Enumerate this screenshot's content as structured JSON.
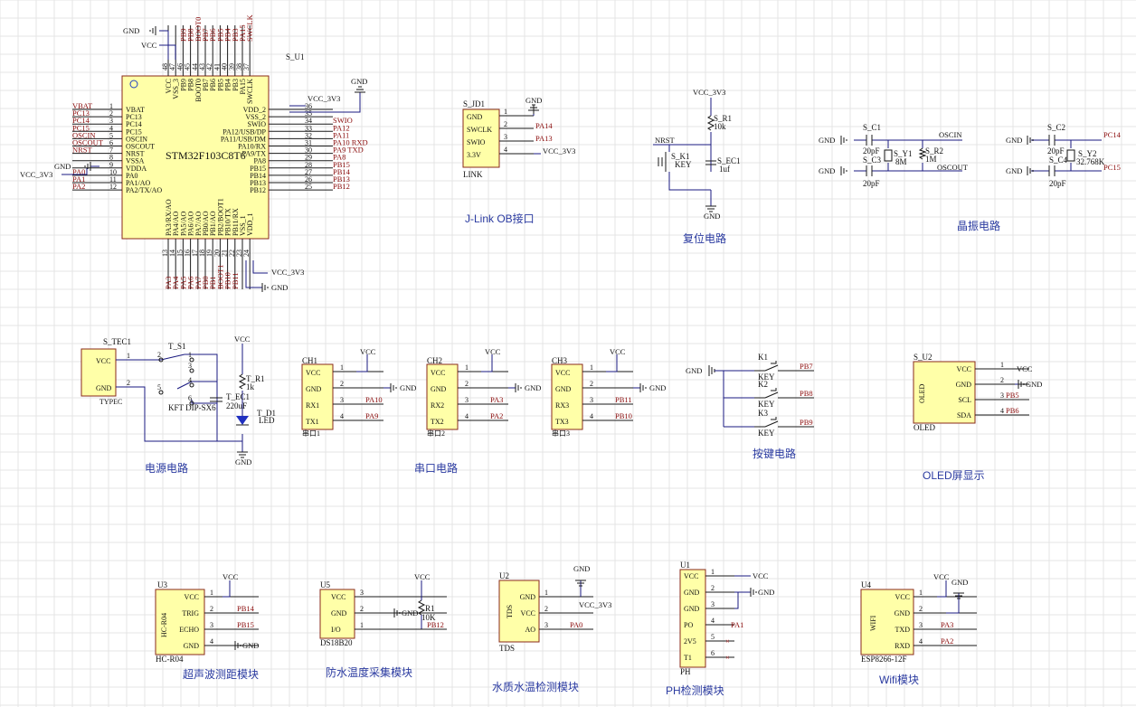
{
  "mcu": {
    "ref": "S_U1",
    "part": "STM32F103C8T6",
    "left_pins": [
      {
        "num": "1",
        "name": "VBAT",
        "net": "VBAT"
      },
      {
        "num": "2",
        "name": "PC13",
        "net": "PC13"
      },
      {
        "num": "3",
        "name": "PC14",
        "net": "PC14"
      },
      {
        "num": "4",
        "name": "PC15",
        "net": "PC15"
      },
      {
        "num": "5",
        "name": "OSCIN",
        "net": "OSCIN"
      },
      {
        "num": "6",
        "name": "OSCOUT",
        "net": "OSCOUT"
      },
      {
        "num": "7",
        "name": "NRST",
        "net": "NRST"
      },
      {
        "num": "8",
        "name": "VSSA",
        "net": ""
      },
      {
        "num": "9",
        "name": "VDDA",
        "net": ""
      },
      {
        "num": "10",
        "name": "PA0",
        "net": "PA0"
      },
      {
        "num": "11",
        "name": "PA1/AO",
        "net": "PA1"
      },
      {
        "num": "12",
        "name": "PA2/TX/AO",
        "net": "PA2"
      }
    ],
    "right_pins": [
      {
        "num": "36",
        "name": "VDD_2",
        "net": ""
      },
      {
        "num": "35",
        "name": "VSS_2",
        "net": ""
      },
      {
        "num": "34",
        "name": "SWIO",
        "net": "SWIO"
      },
      {
        "num": "33",
        "name": "PA12/USB/DP",
        "net": "PA12"
      },
      {
        "num": "32",
        "name": "PA11/USB/DM",
        "net": "PA11"
      },
      {
        "num": "31",
        "name": "PA10/RX",
        "net": "PA10 RXD"
      },
      {
        "num": "30",
        "name": "PA9/TX",
        "net": "PA9 TXD"
      },
      {
        "num": "29",
        "name": "PA8",
        "net": "PA8"
      },
      {
        "num": "28",
        "name": "PB15",
        "net": "PB15"
      },
      {
        "num": "27",
        "name": "PB14",
        "net": "PB14"
      },
      {
        "num": "26",
        "name": "PB13",
        "net": "PB13"
      },
      {
        "num": "25",
        "name": "PB12",
        "net": "PB12"
      }
    ],
    "top_pins": [
      {
        "num": "48",
        "name": "VCC",
        "net": ""
      },
      {
        "num": "47",
        "name": "VSS_3",
        "net": ""
      },
      {
        "num": "46",
        "name": "PB9",
        "net": "PB9"
      },
      {
        "num": "45",
        "name": "PB8",
        "net": "PB8"
      },
      {
        "num": "44",
        "name": "BOOT0",
        "net": "BOOT0"
      },
      {
        "num": "43",
        "name": "PB7",
        "net": "PB7"
      },
      {
        "num": "42",
        "name": "PB6",
        "net": "PB6"
      },
      {
        "num": "41",
        "name": "PB5",
        "net": "PB5"
      },
      {
        "num": "40",
        "name": "PB4",
        "net": "PB4"
      },
      {
        "num": "39",
        "name": "PB3",
        "net": "PB3"
      },
      {
        "num": "38",
        "name": "PA15",
        "net": "PA15"
      },
      {
        "num": "37",
        "name": "SWCLK",
        "net": "SWCLK"
      }
    ],
    "bottom_pins": [
      {
        "num": "13",
        "name": "PA3/RX/AO",
        "net": "PA3"
      },
      {
        "num": "14",
        "name": "PA4/AO",
        "net": "PA4"
      },
      {
        "num": "15",
        "name": "PA5/AO",
        "net": "PA5"
      },
      {
        "num": "16",
        "name": "PA6/AO",
        "net": "PA6"
      },
      {
        "num": "17",
        "name": "PA7/AO",
        "net": "PA7"
      },
      {
        "num": "18",
        "name": "PB0/AO",
        "net": "PB0"
      },
      {
        "num": "19",
        "name": "PB1/AO",
        "net": "PB1"
      },
      {
        "num": "20",
        "name": "PB2/BOOT1",
        "net": "BOOT1"
      },
      {
        "num": "21",
        "name": "PB10/TX",
        "net": "PB10"
      },
      {
        "num": "22",
        "name": "PB11/RX",
        "net": "PB11"
      },
      {
        "num": "23",
        "name": "VSS_1",
        "net": ""
      },
      {
        "num": "24",
        "name": "VDD_1",
        "net": ""
      }
    ],
    "gnd": "GND",
    "vcc": "VCC",
    "vcc33": "VCC_3V3"
  },
  "jlink": {
    "ref": "S_JD1",
    "part": "LINK",
    "title": "J-Link OB接口",
    "pins": [
      {
        "num": "1",
        "name": "GND",
        "net": "GND"
      },
      {
        "num": "2",
        "name": "SWCLK",
        "net": "PA14"
      },
      {
        "num": "3",
        "name": "SWIO",
        "net": "PA13"
      },
      {
        "num": "4",
        "name": "3.3V",
        "net": "VCC_3V3"
      }
    ]
  },
  "reset": {
    "title": "复位电路",
    "vcc": "VCC_3V3",
    "r_ref": "S_R1",
    "r_val": "10k",
    "k_ref": "S_K1",
    "k_val": "KEY",
    "c_ref": "S_EC1",
    "c_val": "1uf",
    "net": "NRST",
    "gnd": "GND"
  },
  "crystal": {
    "title": "晶振电路",
    "c1": "S_C1",
    "c1v": "20pF",
    "c3": "S_C3",
    "c3v": "20pF",
    "y1": "S_Y1",
    "y1v": "8M",
    "r2": "S_R2",
    "r2v": "1M",
    "c2": "S_C2",
    "c2v": "20pF",
    "c4": "S_C4",
    "c4v": "20pF",
    "y2": "S_Y2",
    "y2v": "32.768K",
    "oscin": "OSCIN",
    "oscout": "OSCOUT",
    "pc14": "PC14",
    "pc15": "PC15",
    "gnd": "GND"
  },
  "power": {
    "title": "电源电路",
    "typec_ref": "S_TEC1",
    "typec": "TYPEC",
    "p1": "VCC",
    "p2": "GND",
    "sw_ref": "T_S1",
    "sw_val": "KFT DIP-SX6",
    "ec_ref": "T_EC1",
    "ec_val": "220uF",
    "r_ref": "T_R1",
    "r_val": "1k",
    "d_ref": "T_D1",
    "d_val": "LED",
    "vcc": "VCC",
    "gnd": "GND",
    "sw_pins": [
      "1",
      "2",
      "3",
      "4",
      "5",
      "6"
    ]
  },
  "uart": {
    "title": "串口电路",
    "blocks": [
      {
        "ref": "CH1",
        "foot": "串口1",
        "rx": "RX1",
        "tx": "TX1",
        "rxnet": "PA10",
        "txnet": "PA9"
      },
      {
        "ref": "CH2",
        "foot": "串口2",
        "rx": "RX2",
        "tx": "TX2",
        "rxnet": "PA3",
        "txnet": "PA2"
      },
      {
        "ref": "CH3",
        "foot": "串口3",
        "rx": "RX3",
        "tx": "TX3",
        "rxnet": "PB11",
        "txnet": "PB10"
      }
    ],
    "vcc": "VCC",
    "gnd": "GND",
    "vccpin": "VCC",
    "gndpin": "GND"
  },
  "keys": {
    "title": "按键电路",
    "gnd": "GND",
    "items": [
      {
        "ref": "K1",
        "val": "KEY",
        "net": "PB7"
      },
      {
        "ref": "K2",
        "val": "KEY",
        "net": "PB8"
      },
      {
        "ref": "K3",
        "val": "KEY",
        "net": "PB9"
      }
    ]
  },
  "oled": {
    "title": "OLED屏显示",
    "ref": "S_U2",
    "part": "OLED",
    "body": "OLED",
    "pins": [
      {
        "num": "1",
        "name": "VCC",
        "net": "VCC"
      },
      {
        "num": "2",
        "name": "GND",
        "net": "GND"
      },
      {
        "num": "3",
        "name": "SCL",
        "net": "PB5"
      },
      {
        "num": "4",
        "name": "SDA",
        "net": "PB6"
      }
    ]
  },
  "ultra": {
    "title": "超声波测距模块",
    "ref": "U3",
    "part": "HC-R04",
    "body": "HC-R04",
    "pins": [
      {
        "num": "1",
        "name": "VCC",
        "net": "VCC"
      },
      {
        "num": "2",
        "name": "TRIG",
        "net": "PB14"
      },
      {
        "num": "3",
        "name": "ECHO",
        "net": "PB15"
      },
      {
        "num": "4",
        "name": "GND",
        "net": "GND"
      }
    ]
  },
  "ds18": {
    "title": "防水温度采集模块",
    "ref": "U5",
    "part": "DS18B20",
    "r_ref": "R1",
    "r_val": "10K",
    "pins": [
      {
        "num": "3",
        "name": "VCC",
        "net": "VCC"
      },
      {
        "num": "2",
        "name": "GND",
        "net": "GND"
      },
      {
        "num": "1",
        "name": "I/O",
        "net": "PB12"
      }
    ]
  },
  "tds": {
    "title": "水质水温检测模块",
    "ref": "U2",
    "part": "TDS",
    "body": "TDS",
    "pins": [
      {
        "num": "1",
        "name": "GND",
        "net": "GND"
      },
      {
        "num": "2",
        "name": "VCC",
        "net": "VCC_3V3"
      },
      {
        "num": "3",
        "name": "AO",
        "net": "PA0"
      }
    ]
  },
  "ph": {
    "title": "PH检测模块",
    "ref": "U1",
    "part": "PH",
    "pins": [
      {
        "num": "1",
        "name": "VCC",
        "net": "VCC"
      },
      {
        "num": "2",
        "name": "GND",
        "net": "GND"
      },
      {
        "num": "3",
        "name": "GND",
        "net": ""
      },
      {
        "num": "4",
        "name": "PO",
        "net": "PA1"
      },
      {
        "num": "5",
        "name": "2V5",
        "net": ""
      },
      {
        "num": "6",
        "name": "T1",
        "net": ""
      }
    ]
  },
  "wifi": {
    "title": "Wifi模块",
    "ref": "U4",
    "part": "ESP8266-12F",
    "body": "WIFI",
    "pins": [
      {
        "num": "1",
        "name": "VCC",
        "net": "VCC"
      },
      {
        "num": "2",
        "name": "GND",
        "net": "GND"
      },
      {
        "num": "3",
        "name": "TXD",
        "net": "PA3"
      },
      {
        "num": "4",
        "name": "RXD",
        "net": "PA2"
      }
    ]
  }
}
